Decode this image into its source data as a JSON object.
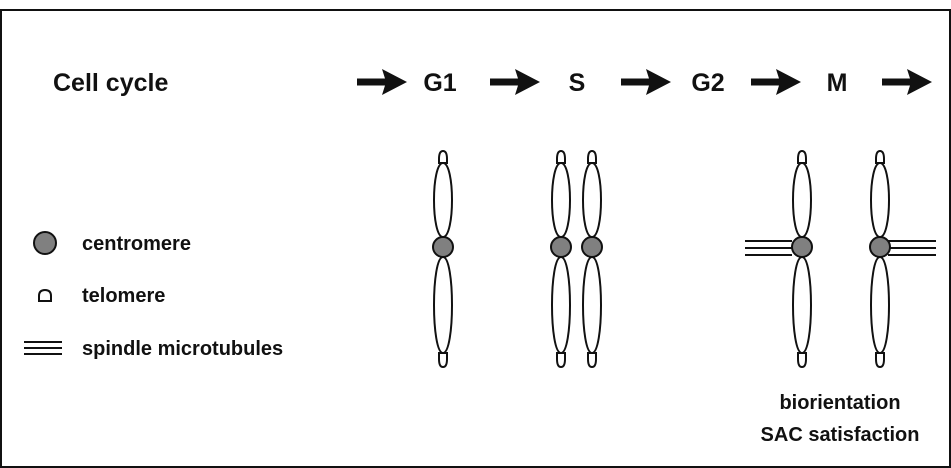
{
  "title": "Cell cycle",
  "phases": [
    "G1",
    "S",
    "G2",
    "M"
  ],
  "legend": [
    {
      "icon": "centromere-icon",
      "label": "centromere"
    },
    {
      "icon": "telomere-icon",
      "label": "telomere"
    },
    {
      "icon": "spindle-microtubules-icon",
      "label": "spindle microtubules"
    }
  ],
  "caption": [
    "biorientation",
    "SAC satisfaction"
  ],
  "colors": {
    "centromere": "#808080",
    "stroke": "#111111",
    "background": "#ffffff"
  }
}
